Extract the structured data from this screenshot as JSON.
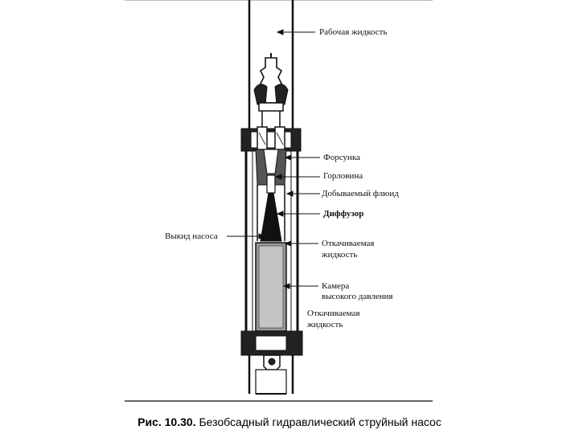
{
  "labels": {
    "working_fluid": "Рабочая жидкость",
    "nozzle": "Форсунка",
    "throat": "Горловина",
    "produced_fluid": "Добываемый флюид",
    "diffuser": "Диффузор",
    "pump_outlet": "Выкид насоса",
    "pumped_fluid_1_line1": "Откачиваемая",
    "pumped_fluid_1_line2": "жидкость",
    "hp_chamber_line1": "Камера",
    "hp_chamber_line2": "высокого давления",
    "pumped_fluid_2_line1": "Откачиваемая",
    "pumped_fluid_2_line2": "жидкость"
  },
  "caption": {
    "number": "Рис. 10.30.",
    "text": "Безобсадный гидравлический струйный насос"
  }
}
